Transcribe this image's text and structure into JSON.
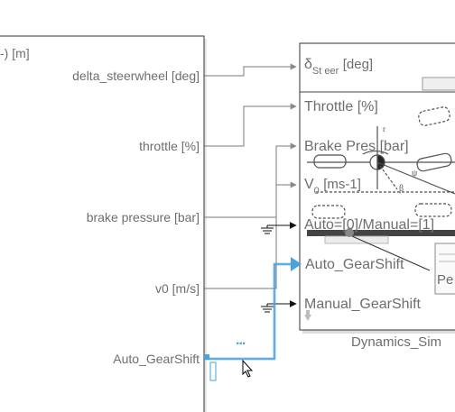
{
  "left_block": {
    "header_fragment": "-) [m]",
    "ports": [
      "delta_steerwheel [deg]",
      "throttle [%]",
      "brake pressure [bar]",
      "v0 [m/s]",
      "Auto_GearShift"
    ]
  },
  "right_block": {
    "name_fragment": "Dynamics_Sim",
    "inputs": {
      "steer_main": "δ",
      "steer_sub": "St eer",
      "steer_unit": "[deg]",
      "throttle": "Throttle [%]",
      "brake": "Brake Pres [bar]",
      "v0_main": "V",
      "v0_sub": "0",
      "v0_unit": "[ms-1]",
      "auto_manual": "Auto=[0]/Manual=[1]",
      "auto_gearshift": "Auto_GearShift",
      "manual_gearshift": "Manual_GearShift"
    },
    "thumbnail_fragment": "Pe"
  },
  "selection_ellipsis": "...",
  "colors": {
    "signal_line": "#7a7a7a",
    "selected_line": "#4aa3df",
    "block_border": "#333333",
    "text": "#6e6e6e"
  }
}
